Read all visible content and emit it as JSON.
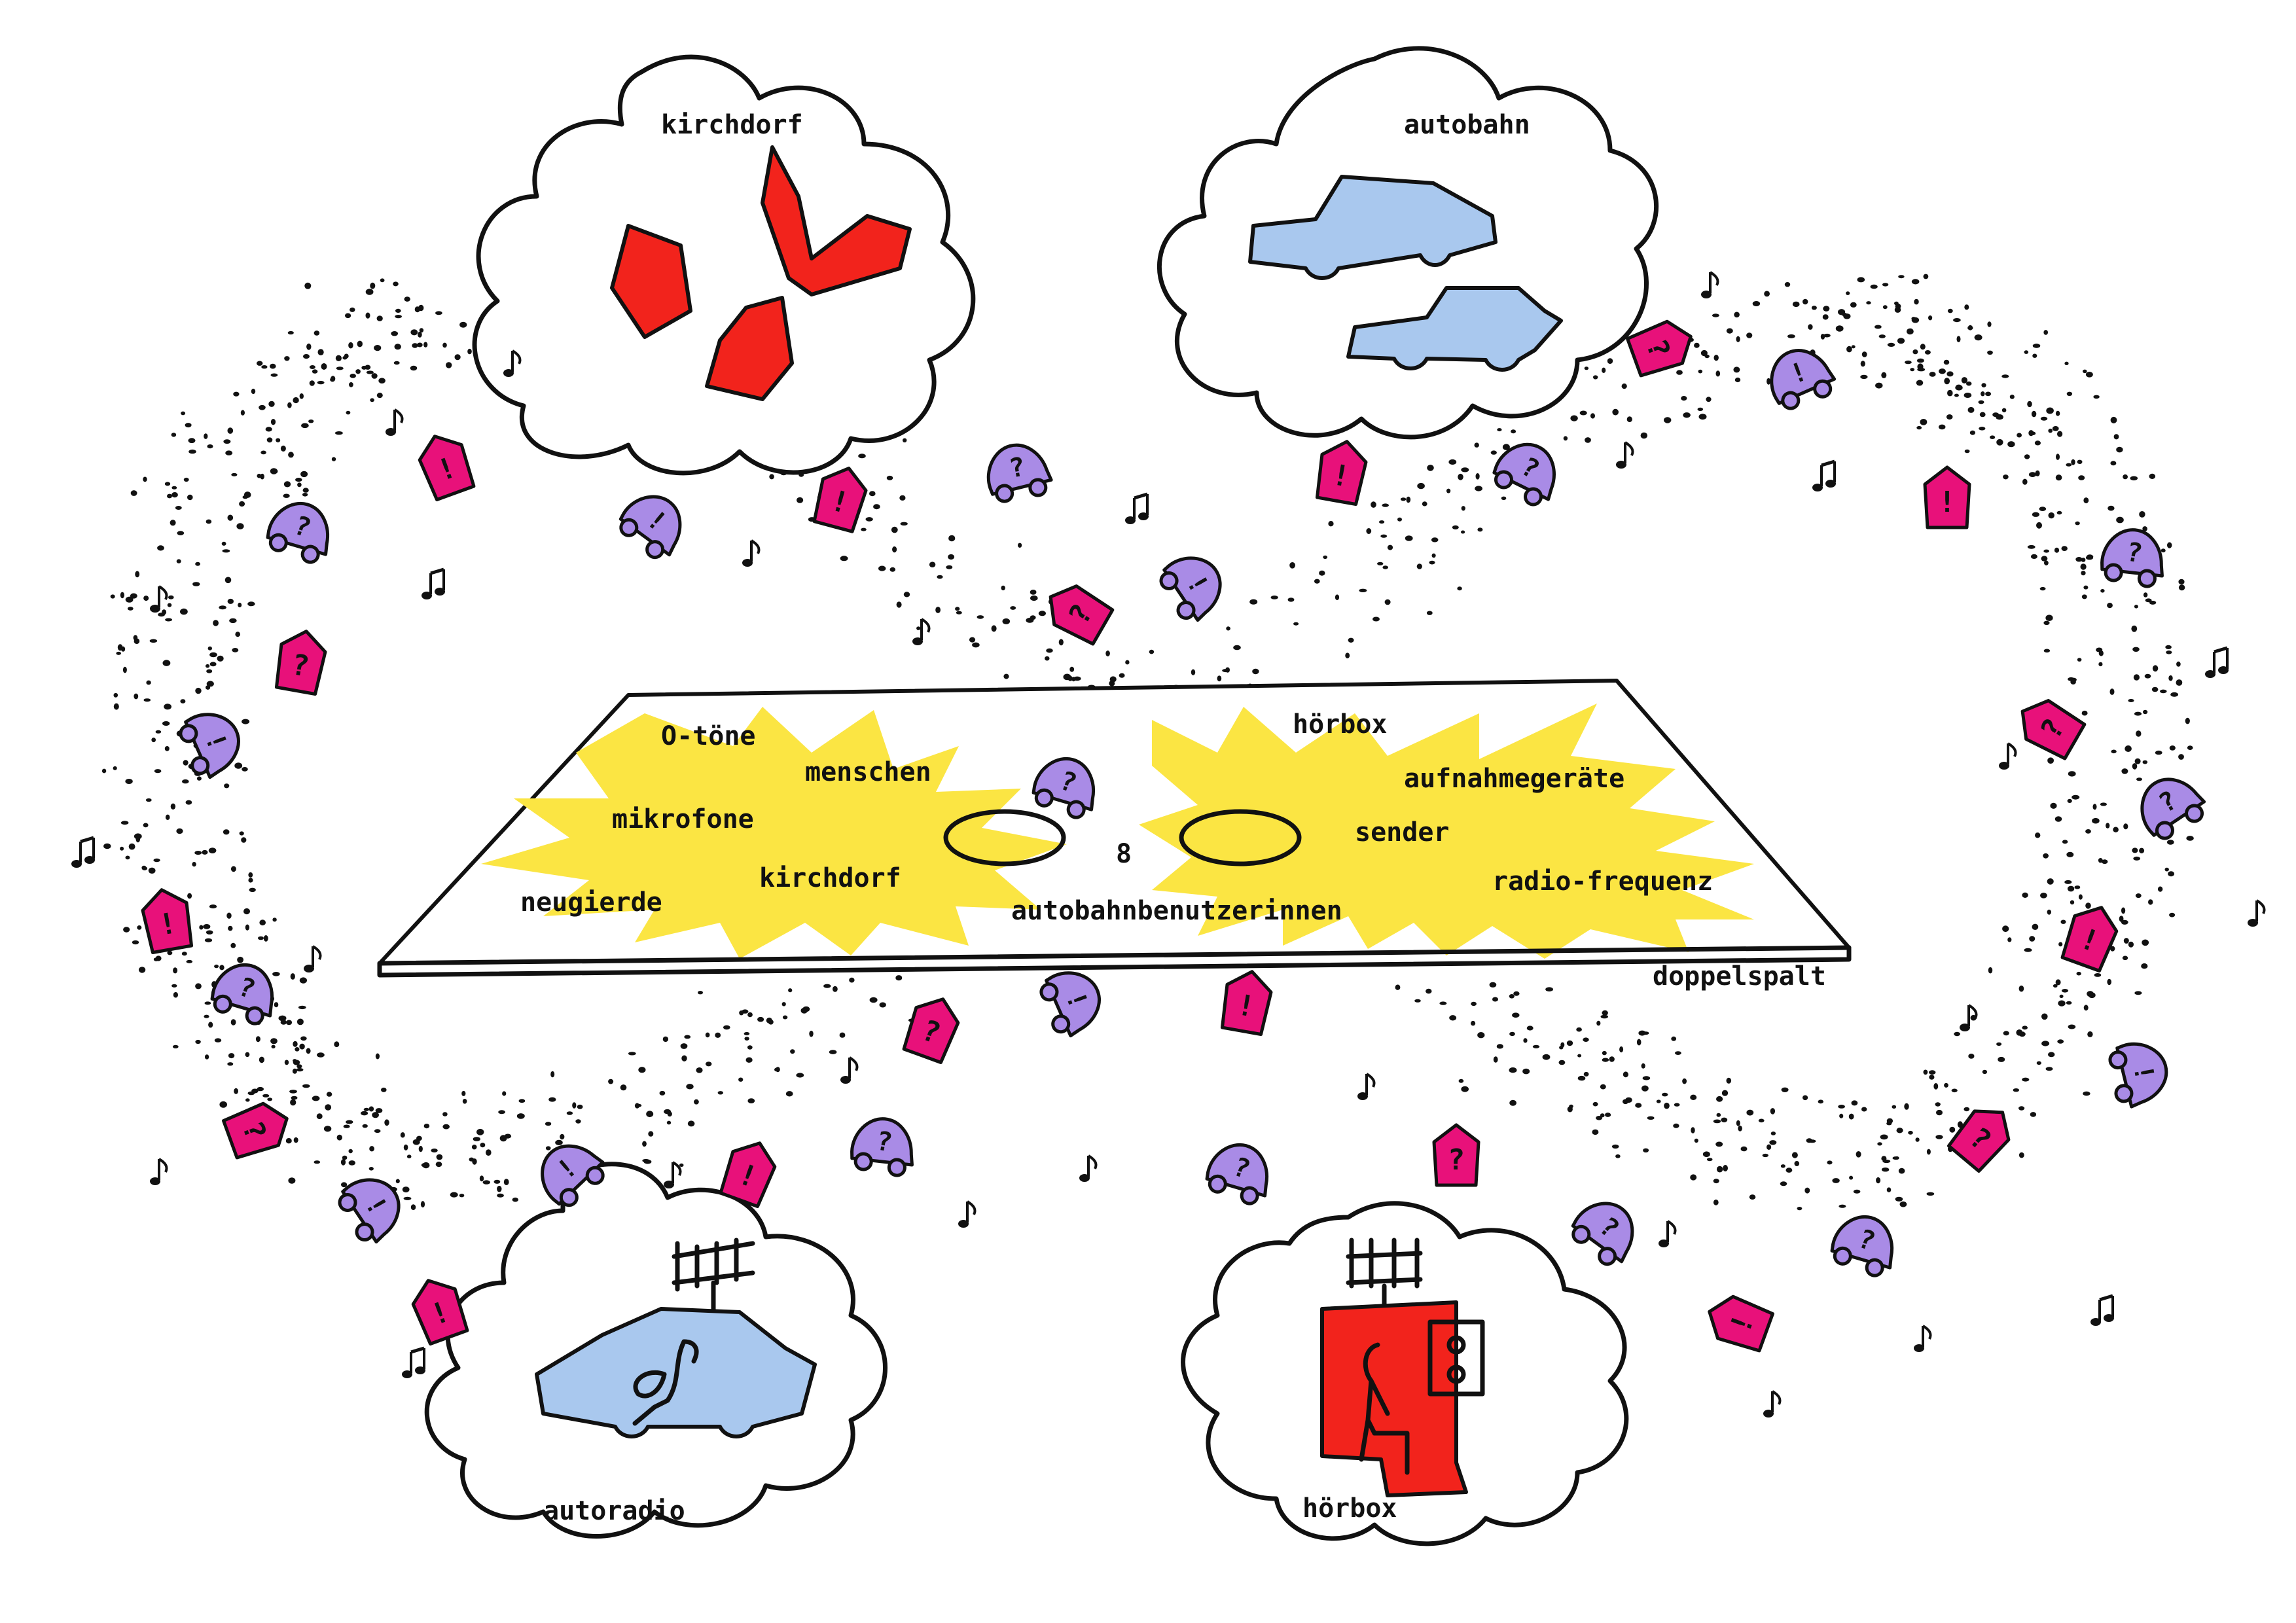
{
  "clouds": {
    "kirchdorf": {
      "title": "kirchdorf"
    },
    "autobahn": {
      "title": "autobahn"
    },
    "autoradio": {
      "title": "autoradio"
    },
    "hoerbox": {
      "title": "hörbox"
    }
  },
  "board": {
    "caption": "doppelspalt",
    "number": "8",
    "words": {
      "otoene": "O-töne",
      "menschen": "menschen",
      "mikrofone": "mikrofone",
      "kirchdorf": "kirchdorf",
      "neugierde": "neugierde",
      "hoerbox": "hörbox",
      "aufnahmegeraete": "aufnahmegeräte",
      "sender": "sender",
      "radiofrequenz": "radio-frequenz",
      "autobahnbenutzer": "autobahnbenutzerinnen"
    }
  },
  "palette": {
    "paper": "#ffffff",
    "ink": "#111111",
    "yellow": "#fbe543",
    "red": "#f2231c",
    "blue": "#a9c8ee",
    "magenta": "#e8117a",
    "purple": "#a98be6"
  },
  "icons": {
    "tag": "question-exclamation-tag-icon",
    "bug": "question-car-bug-icon",
    "note": "music-note-icon"
  }
}
